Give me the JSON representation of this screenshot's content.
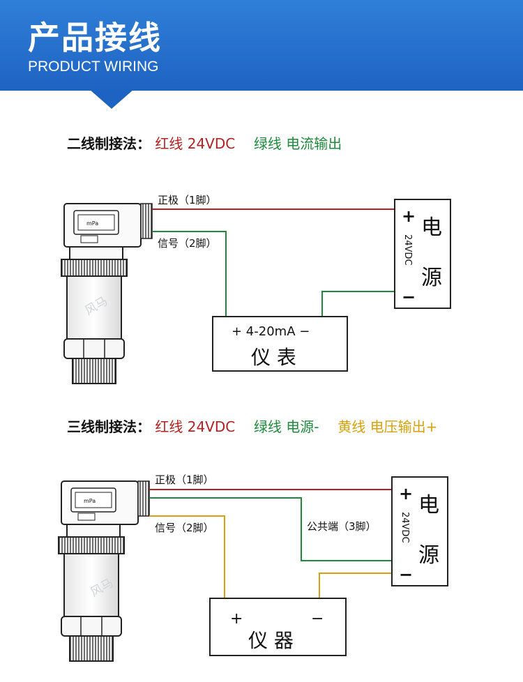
{
  "banner": {
    "title": "产品接线",
    "subtitle": "PRODUCT WIRING"
  },
  "colors": {
    "banner": "#1f63c2",
    "red_wire": "#b52020",
    "green_wire": "#1e8a3c",
    "yellow_wire": "#d6a10a"
  },
  "two_wire": {
    "heading_prefix": "二线制接法：",
    "red_text": "红线 24VDC",
    "green_text": "绿线 电流输出",
    "label_positive": "正极（1脚）",
    "label_signal": "信号（2脚）",
    "power_plus": "+",
    "power_minus": "−",
    "power_char1": "电",
    "power_char2": "源",
    "power_voltage": "24VDC",
    "meter_range": "+ 4-20mA −",
    "meter_name": "仪 表",
    "watermark": "风马",
    "sensor_unit": "mPa"
  },
  "three_wire": {
    "heading_prefix": "三线制接法：",
    "red_text": "红线 24VDC",
    "green_text": "绿线 电源-",
    "yellow_text": "黄线 电压输出+",
    "label_positive": "正极（1脚）",
    "label_signal": "信号（2脚）",
    "label_common": "公共端（3脚）",
    "power_plus": "+",
    "power_minus": "−",
    "power_char1": "电",
    "power_char2": "源",
    "power_voltage": "24VDC",
    "instr_plus": "+",
    "instr_minus": "−",
    "instr_name": "仪 器",
    "watermark": "风马",
    "sensor_unit": "mPa"
  }
}
